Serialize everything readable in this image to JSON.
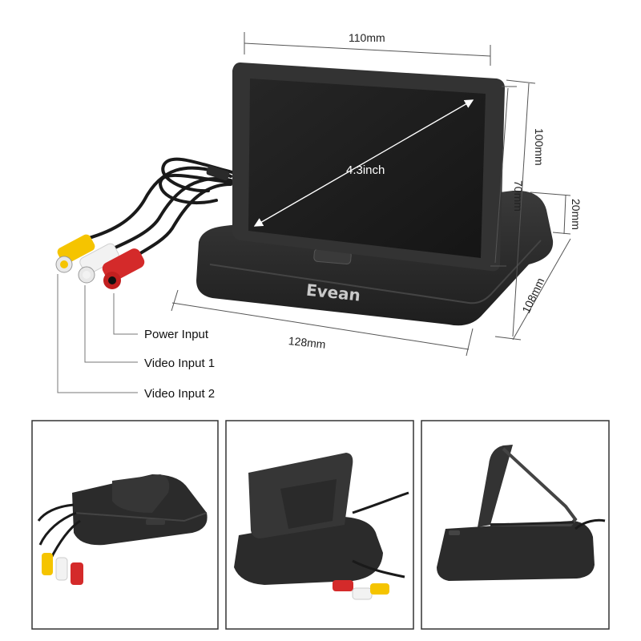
{
  "main_product": {
    "brand": "Evean",
    "screen_size": "4.3inch",
    "dimensions": {
      "top_width": "110mm",
      "screen_height": "70mm",
      "total_height": "100mm",
      "base_height": "20mm",
      "base_depth": "108mm",
      "base_width": "128mm"
    },
    "connectors": [
      {
        "label": "Power Input",
        "color": "#d42a2a"
      },
      {
        "label": "Video Input 1",
        "color": "#f2f2f2"
      },
      {
        "label": "Video Input 2",
        "color": "#f5c400"
      }
    ]
  },
  "colors": {
    "body": "#2b2b2b",
    "screen": "#1c1c1c",
    "rca_red": "#d42a2a",
    "rca_yellow": "#f5c400",
    "rca_white": "#f2f2f2",
    "frame": "#333333"
  },
  "thumbnails": [
    {
      "view": "folded"
    },
    {
      "view": "screen-back-tilted"
    },
    {
      "view": "side-profile"
    }
  ]
}
